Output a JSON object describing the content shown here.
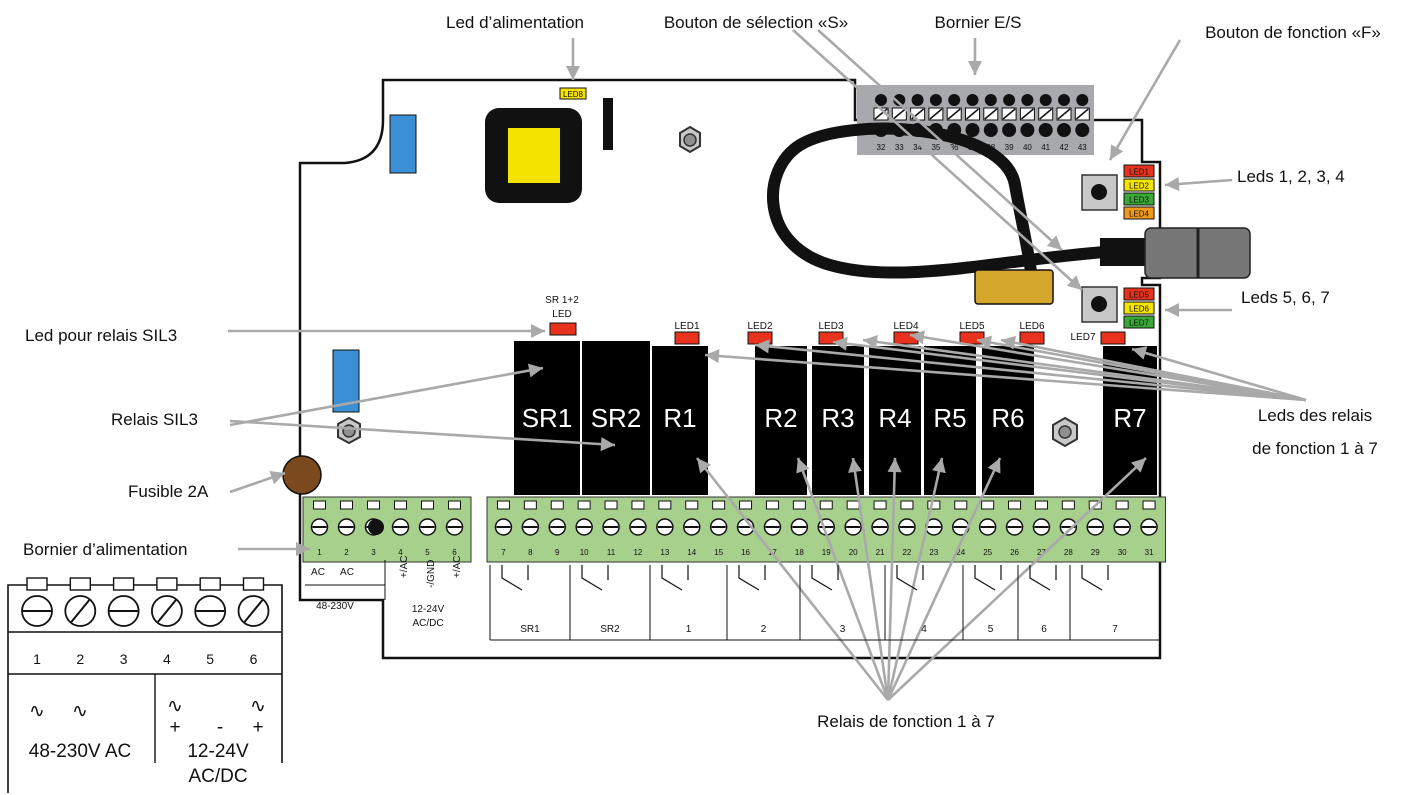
{
  "callouts": {
    "power_led": "Led d’alimentation",
    "select_button": "Bouton de sélection «S»",
    "io_terminal": "Bornier E/S",
    "function_button": "Bouton de fonction «F»",
    "leds_1_4": "Leds 1, 2, 3, 4",
    "leds_5_7": "Leds 5, 6, 7",
    "sil3_led": "Led pour relais SIL3",
    "sil3_relays": "Relais SIL3",
    "fuse": "Fusible 2A",
    "power_terminal": "Bornier d’alimentation",
    "relay_leds_line1": "Leds des relais",
    "relay_leds_line2": "de fonction 1 à 7",
    "function_relays": "Relais de fonction 1 à 7"
  },
  "board": {
    "led8": "LED8",
    "sr_led_line1": "SR 1+2",
    "sr_led_line2": "LED",
    "relay_leds": [
      "LED1",
      "LED2",
      "LED3",
      "LED4",
      "LED5",
      "LED6",
      "LED7"
    ],
    "status_leds": [
      "LED1",
      "LED2",
      "LED3",
      "LED4",
      "LED5",
      "LED6",
      "LED7"
    ],
    "relays": [
      "SR1",
      "SR2",
      "R1",
      "R2",
      "R3",
      "R4",
      "R5",
      "R6",
      "R7"
    ],
    "io_terminal_numbers": [
      "32",
      "33",
      "34",
      "35",
      "36",
      "37",
      "38",
      "39",
      "40",
      "41",
      "42",
      "43"
    ],
    "power_terminal_numbers": [
      "1",
      "2",
      "3",
      "4",
      "5",
      "6"
    ],
    "power_terminal_labels": [
      "AC",
      "AC",
      "+/AC",
      "-/GND",
      "+/AC"
    ],
    "power_voltage_ac": "48-230V",
    "power_voltage_dc_line1": "12-24V",
    "power_voltage_dc_line2": "AC/DC",
    "relay_terminal_numbers": [
      "7",
      "8",
      "9",
      "10",
      "11",
      "12",
      "13",
      "14",
      "15",
      "16",
      "17",
      "18",
      "19",
      "20",
      "21",
      "22",
      "23",
      "24",
      "25",
      "26",
      "27",
      "28",
      "29",
      "30",
      "31"
    ],
    "relay_groups": [
      "SR1",
      "SR2",
      "1",
      "2",
      "3",
      "4",
      "5",
      "6",
      "7"
    ]
  },
  "legend": {
    "numbers": [
      "1",
      "2",
      "3",
      "4",
      "5",
      "6"
    ],
    "ac_label": "48-230V AC",
    "dc_label_line1": "12-24V",
    "dc_label_line2": "AC/DC",
    "symbols": [
      "∿",
      "∿",
      "∿",
      "∿"
    ],
    "signs": [
      "+",
      "-",
      "+"
    ]
  },
  "colors": {
    "board": "#ffffff",
    "relay": "#000000",
    "terminal_green": "#a8d08d",
    "led_red": "#e8321e",
    "led_yellow": "#f5e400",
    "led_green": "#3aa935",
    "led_orange": "#f29a1e",
    "fuse_brown": "#7a4a1e",
    "capacitor_blue": "#3b8fd4",
    "arrow_gray": "#a9a9a9"
  }
}
